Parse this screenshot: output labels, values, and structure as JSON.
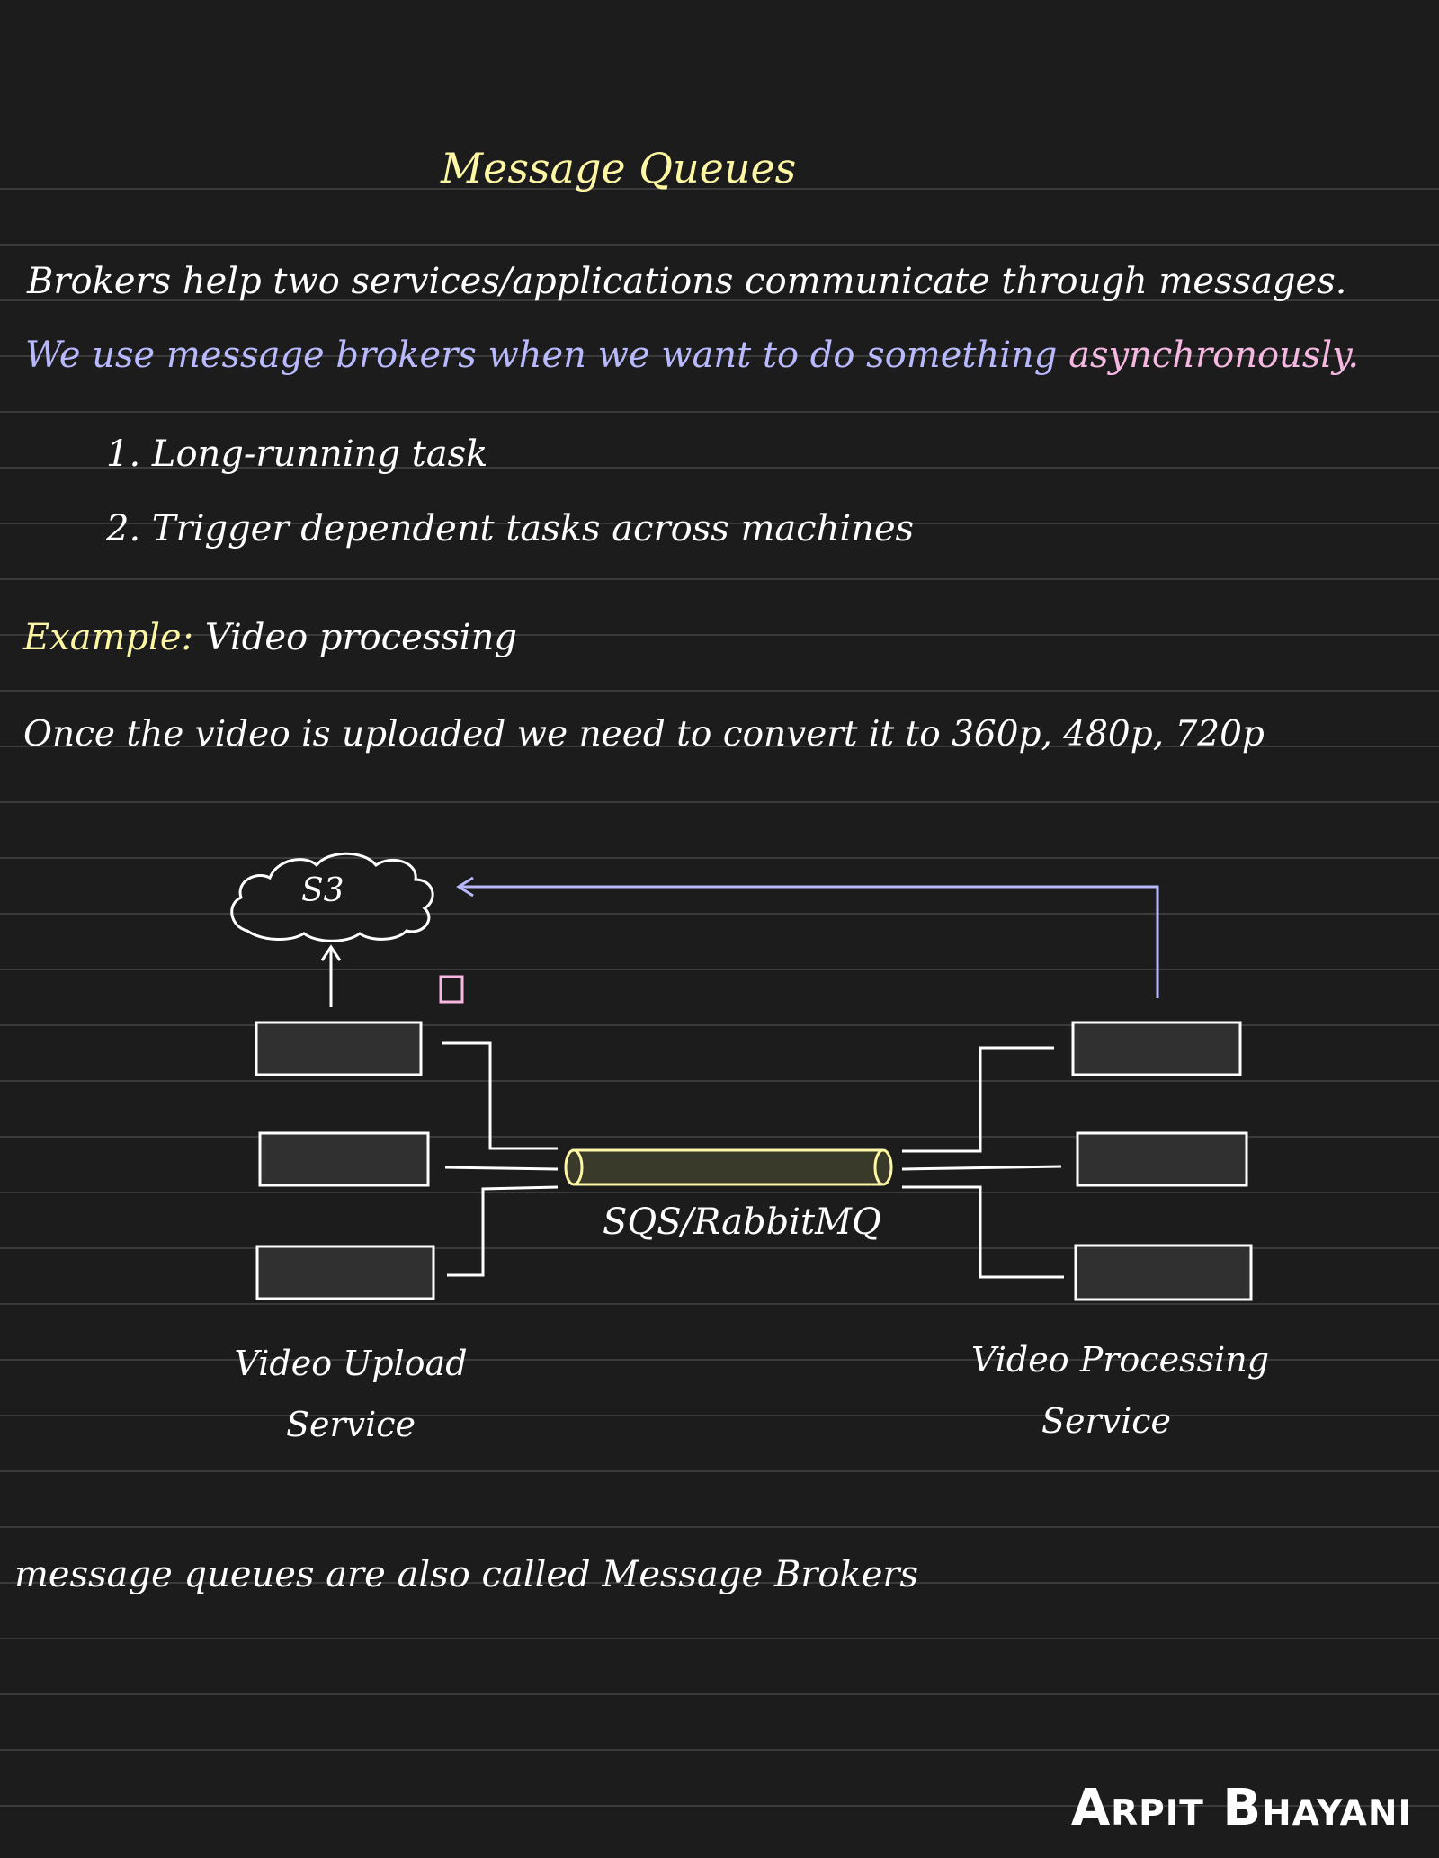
{
  "title": "Message Queues",
  "intro": "Brokers help two services/applications communicate through messages.",
  "usage": {
    "prefix": "We use message brokers when we want to do something",
    "emphasis": "asynchronously."
  },
  "reasons": [
    "1. Long-running task",
    "2. Trigger dependent tasks across machines"
  ],
  "example": {
    "label": "Example:",
    "text": "Video processing"
  },
  "scenario": "Once the video is uploaded we need to convert it to 360p, 480p, 720p",
  "diagram": {
    "storage": "S3",
    "queue": "SQS/RabbitMQ",
    "producer": {
      "line1": "Video Upload",
      "line2": "Service"
    },
    "consumer": {
      "line1": "Video Processing",
      "line2": "Service"
    }
  },
  "footnote": {
    "prefix": "message queues are also called",
    "term": "Message Brokers"
  },
  "author": "Arpit Bhayani",
  "colors": {
    "background": "#1c1c1c",
    "title": "#fdf6a3",
    "usage": "#b9b9ff",
    "emphasis": "#f6b8e0",
    "queue_fill": "#3a3a2a",
    "queue_stroke": "#fdf6a3",
    "arrow": "#b9b9ff",
    "box_fill": "#303030"
  }
}
